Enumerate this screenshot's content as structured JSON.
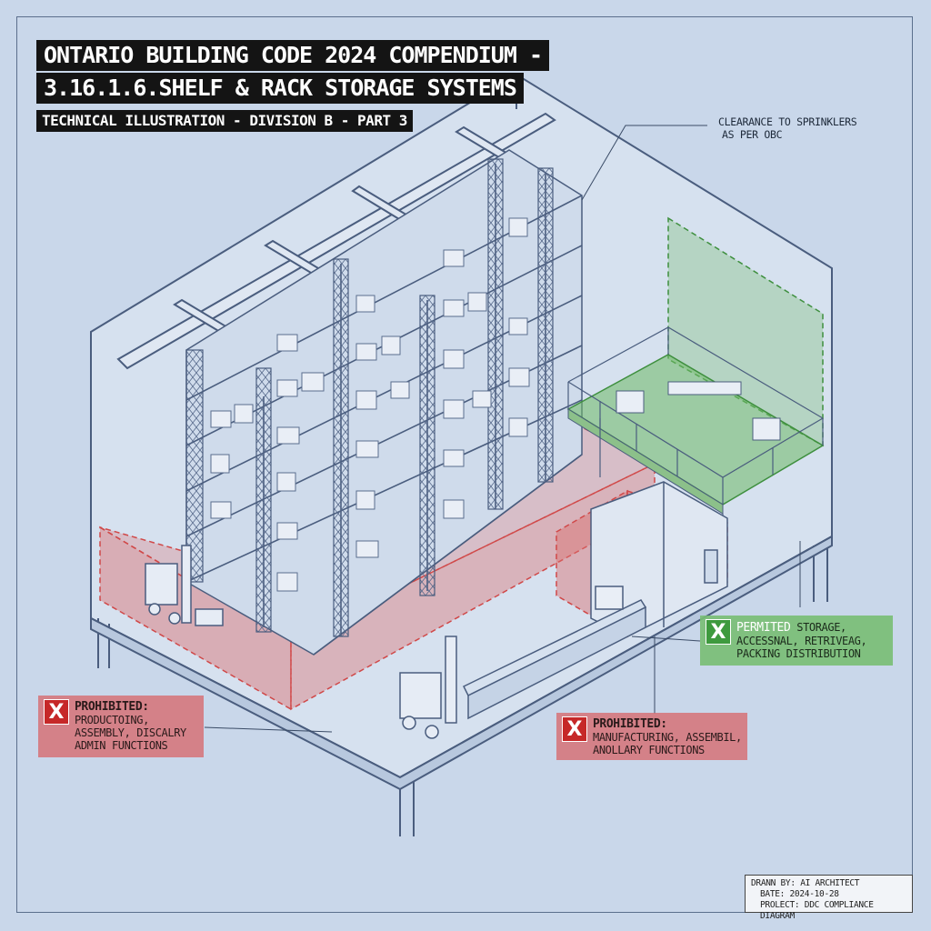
{
  "title": {
    "line1": "ONTARIO BUILDING CODE 2024 COMPENDIUM -",
    "line2": "3.16.1.6.SHELF & RACK STORAGE SYSTEMS",
    "subtitle": "TECHNICAL ILLUSTRATION - DIVISION B - PART 3"
  },
  "callouts": {
    "sprinkler_line1": "CLEARANCE TO SPRINKLERS",
    "sprinkler_line2": "AS PER OBC"
  },
  "zones": {
    "prohibited_left": {
      "mark": "X",
      "heading": "PROHIBITED:",
      "line1": "PRODUCTOING,",
      "line2": "ASSEMBLY, DISCALRY",
      "line3": "ADMIN FUNCTIONS"
    },
    "prohibited_center": {
      "mark": "X",
      "heading": "PROHIBITED:",
      "line1": "MANUFACTURING, ASSEMBIL,",
      "line2": "ANOLLARY FUNCTIONS"
    },
    "permitted": {
      "mark": "X",
      "heading": "PERMITED",
      "line1_rest": "STORAGE,",
      "line2": "ACCESSNAL, RETRIVEAG,",
      "line3": "PACKING DISTRIBUTION"
    }
  },
  "title_block": {
    "drawn": "DRANN BY: AI ARCHITECT",
    "date": "BATE: 2024-10-28",
    "project": "PROLECT: DDC COMPLIANCE DIAGRAM"
  },
  "colors": {
    "background": "#c9d7ea",
    "linework": "#4a5d7e",
    "prohibited": "#c62828",
    "permitted": "#3e9a3e"
  }
}
